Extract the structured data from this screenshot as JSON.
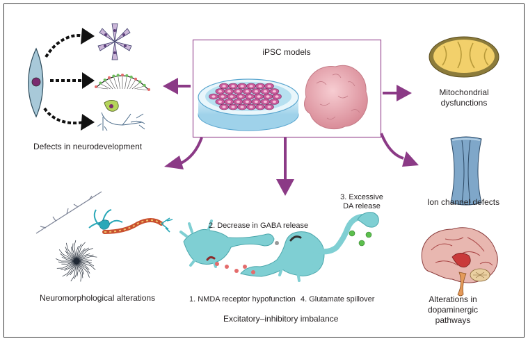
{
  "center": {
    "title": "iPSC models"
  },
  "labels": {
    "neurodevelopment": "Defects in neurodevelopment",
    "mitochondrial": [
      "Mitochondrial",
      "dysfunctions"
    ],
    "ion_channel": "Ion channel defects",
    "neuromorphological": "Neuromorphological alterations",
    "ei_imbalance": "Excitatory–inhibitory imbalance",
    "dopaminergic": [
      "Alterations in",
      "dopaminergic",
      "pathways"
    ]
  },
  "synapse_steps": {
    "nmda": "1. NMDA receptor hypofunction",
    "gaba": "2. Decrease in GABA release",
    "da": [
      "3. Excessive",
      "DA release"
    ],
    "glutamate": "4. Glutamate spillover"
  },
  "colors": {
    "arrow": "#8b3a86",
    "frame": "#9b4f96",
    "neuron": "#7fcfd3",
    "cell": "#c95a9a",
    "mito": "#f2d06b",
    "organoid": "#e7a6ae"
  }
}
